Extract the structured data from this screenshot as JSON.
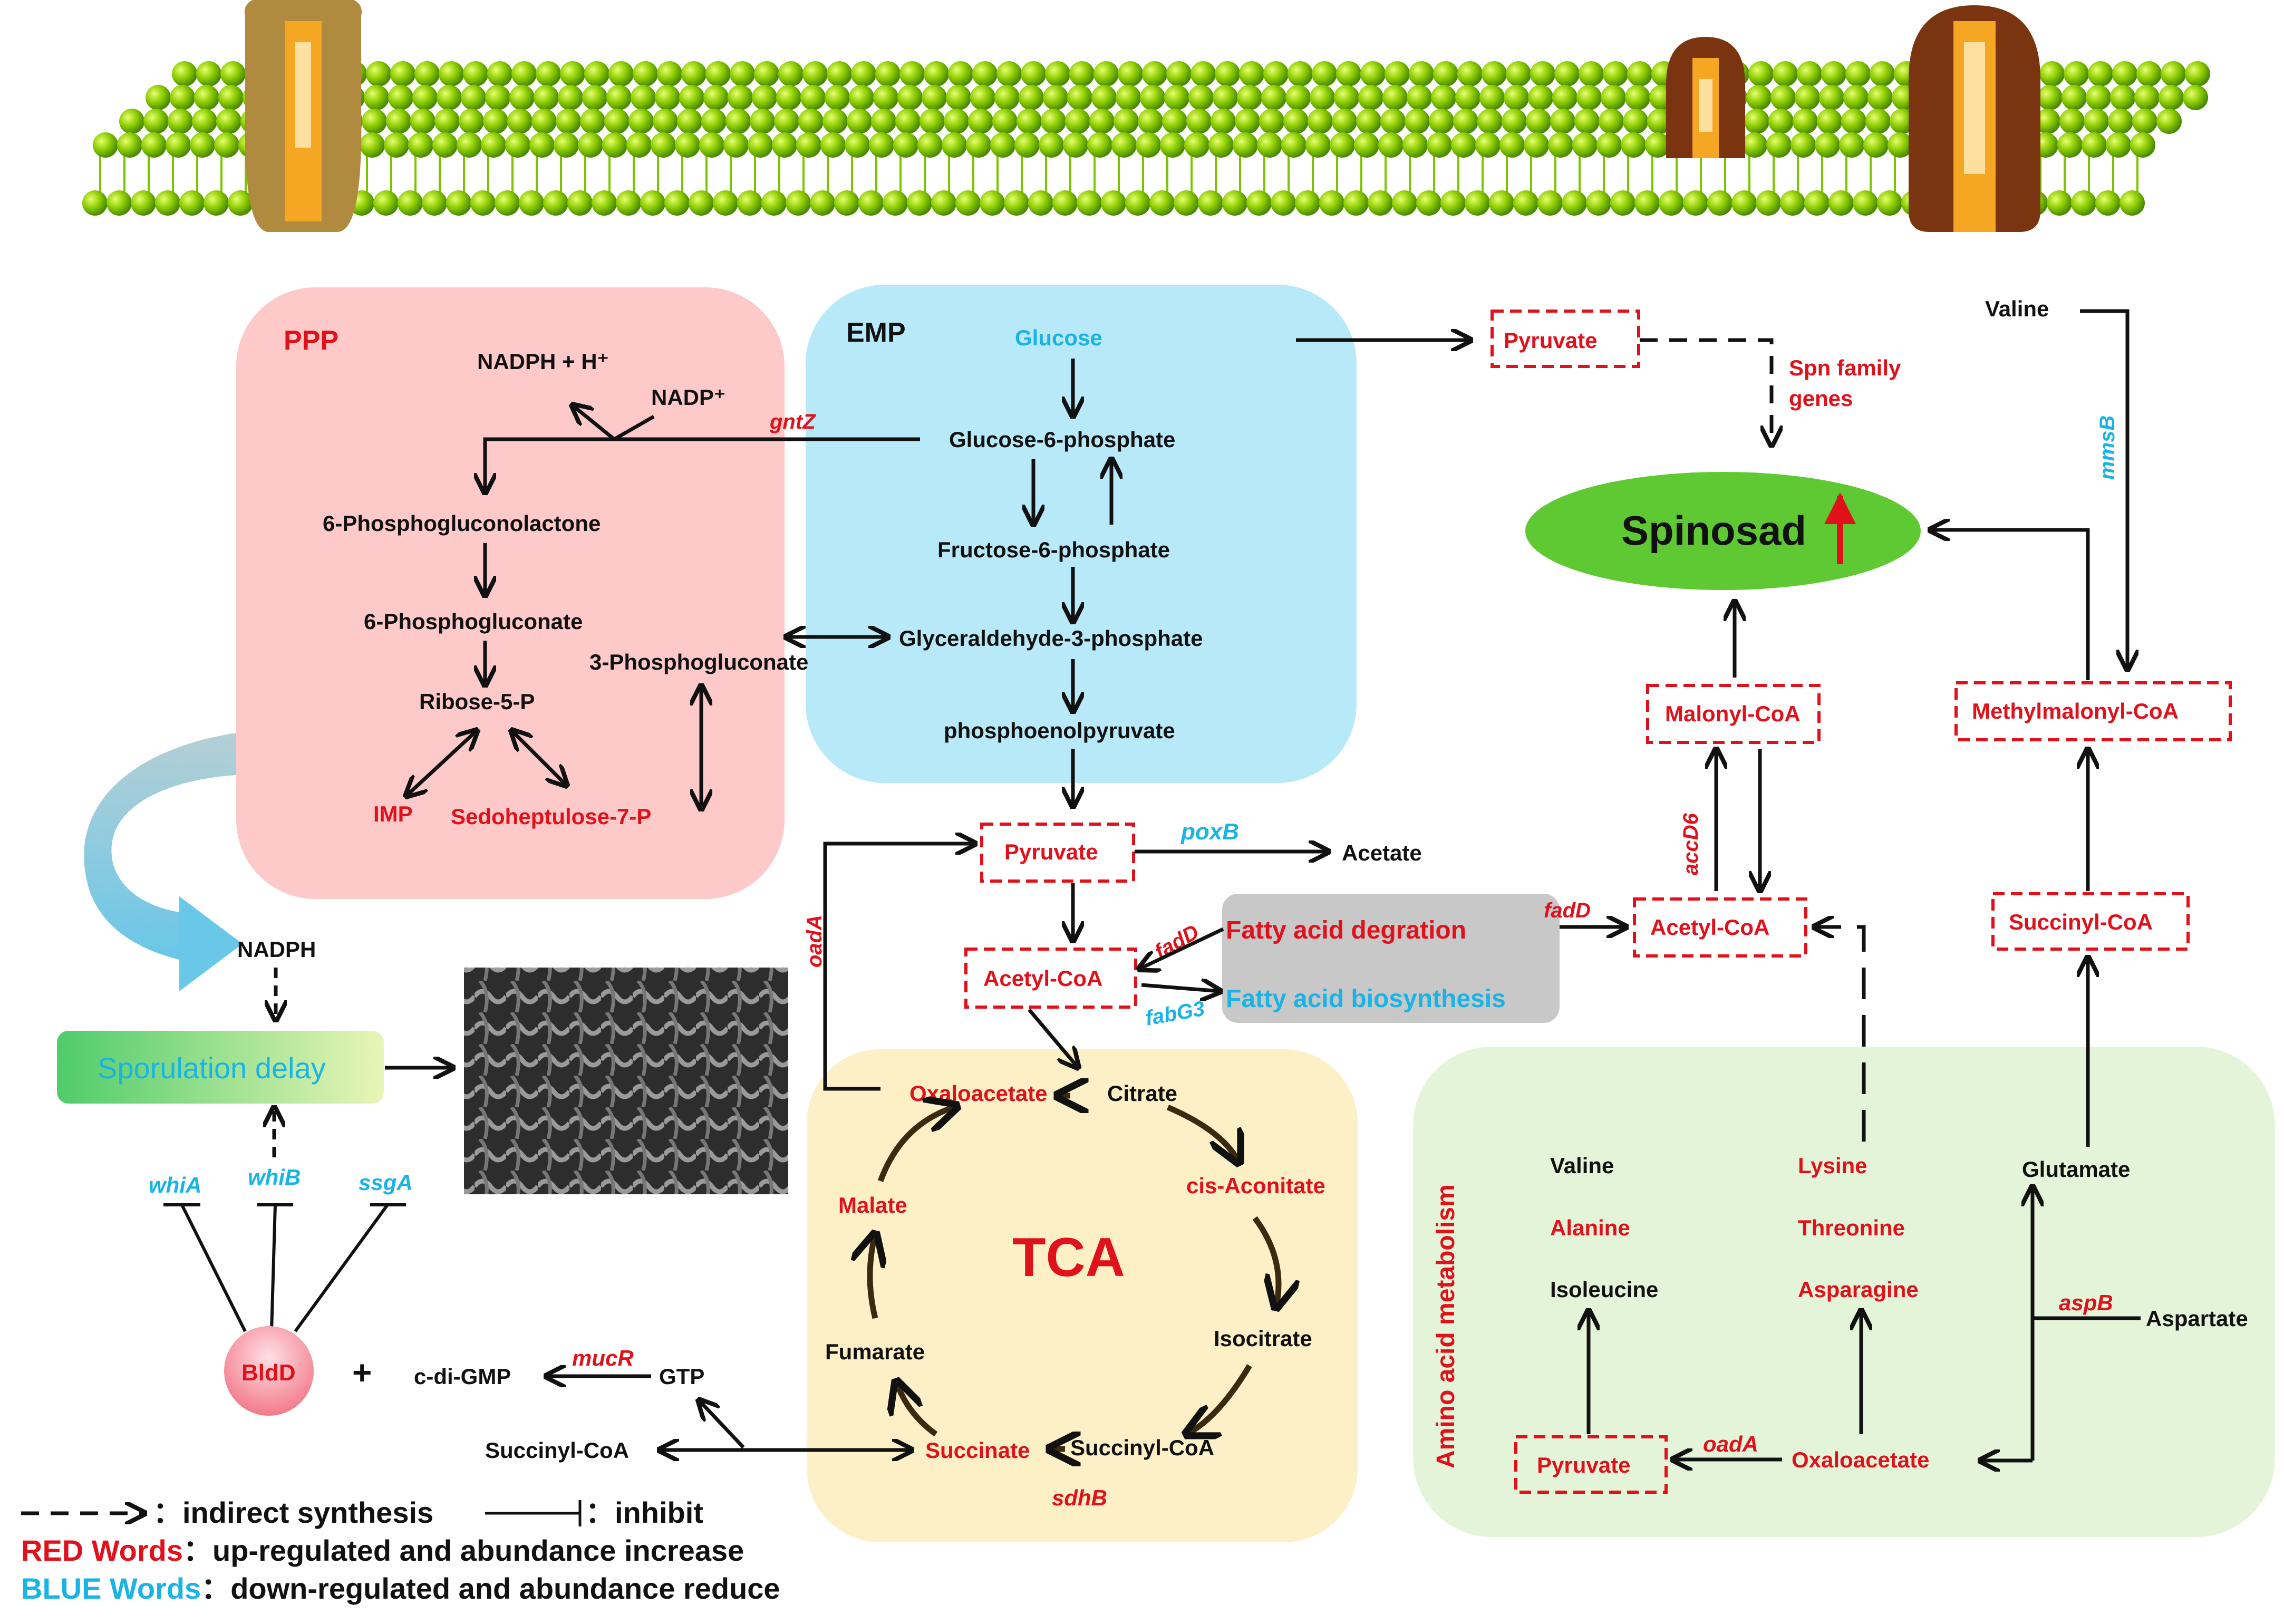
{
  "colors": {
    "red": "#e0111b",
    "blue": "#1ab3e6",
    "black": "#111111",
    "ppp_bg": "#fdc9c9",
    "emp_bg": "#b8e9f9",
    "tca_bg": "#fdf0c6",
    "amino_bg": "#e4f4d9",
    "fatty_bg": "#c8c8c8",
    "spinosad_bg": "#5fc933",
    "membrane_ball": "#7cc400",
    "channel_gold": "#b08a3e",
    "channel_brown": "#7a3410",
    "channel_core": "#f5a623"
  },
  "ppp": {
    "title": "PPP",
    "nadph_h": "NADPH + H⁺",
    "nadp": "NADP⁺",
    "gntz": "gntZ",
    "phosphogluconolactone": "6-Phosphogluconolactone",
    "phosphogluconate": "6-Phosphogluconate",
    "ribose5p": "Ribose-5-P",
    "phosphogluconate3": "3-Phosphogluconate",
    "imp": "IMP",
    "sedoheptulose": "Sedoheptulose-7-P"
  },
  "emp": {
    "title": "EMP",
    "glucose": "Glucose",
    "g6p": "Glucose-6-phosphate",
    "f6p": "Fructose-6-phosphate",
    "g3p": "Glyceraldehyde-3-phosphate",
    "pep": "phosphoenolpyruvate"
  },
  "central": {
    "pyruvate": "Pyruvate",
    "poxb": "poxB",
    "acetate": "Acetate",
    "oada": "oadA",
    "acetyl_coa": "Acetyl-CoA",
    "fadd": "fadD",
    "fabg3": "fabG3",
    "fatty_deg": "Fatty acid degration",
    "fatty_bio": "Fatty acid biosynthesis"
  },
  "tca": {
    "title": "TCA",
    "oxaloacetate": "Oxaloacetate",
    "citrate": "Citrate",
    "cis_aconitate": "cis-Aconitate",
    "isocitrate": "Isocitrate",
    "succinyl_coa": "Succinyl-CoA",
    "succinate": "Succinate",
    "sdhb": "sdhB",
    "fumarate": "Fumarate",
    "malate": "Malate"
  },
  "spinosad": {
    "label": "Spinosad",
    "pyruvate": "Pyruvate",
    "spn_genes_1": "Spn family",
    "spn_genes_2": "genes",
    "valine": "Valine",
    "mmsb": "mmsB",
    "malonyl_coa": "Malonyl-CoA",
    "methylmalonyl_coa": "Methylmalonyl-CoA",
    "accd6": "accD6",
    "fadd": "fadD",
    "acetyl_coa": "Acetyl-CoA",
    "succinyl_coa": "Succinyl-CoA"
  },
  "amino": {
    "title": "Amino acid metabolism",
    "valine": "Valine",
    "alanine": "Alanine",
    "isoleucine": "Isoleucine",
    "lysine": "Lysine",
    "threonine": "Threonine",
    "asparagine": "Asparagine",
    "glutamate": "Glutamate",
    "aspb": "aspB",
    "aspartate": "Aspartate",
    "pyruvate": "Pyruvate",
    "oada": "oadA",
    "oxaloacetate": "Oxaloacetate"
  },
  "sporulation": {
    "nadph": "NADPH",
    "delay": "Sporulation delay",
    "whia": "whiA",
    "whib": "whiB",
    "ssga": "ssgA",
    "bldd": "BldD",
    "plus": "+",
    "cdigmp": "c-di-GMP",
    "mucr": "mucR",
    "gtp": "GTP",
    "succinyl_coa": "Succinyl-CoA"
  },
  "legend": {
    "indirect": "：indirect synthesis",
    "inhibit": "：inhibit",
    "red_key": "RED Words",
    "red_desc": "：up-regulated and abundance increase",
    "blue_key": "BLUE Words",
    "blue_desc": "：down-regulated and abundance reduce"
  }
}
